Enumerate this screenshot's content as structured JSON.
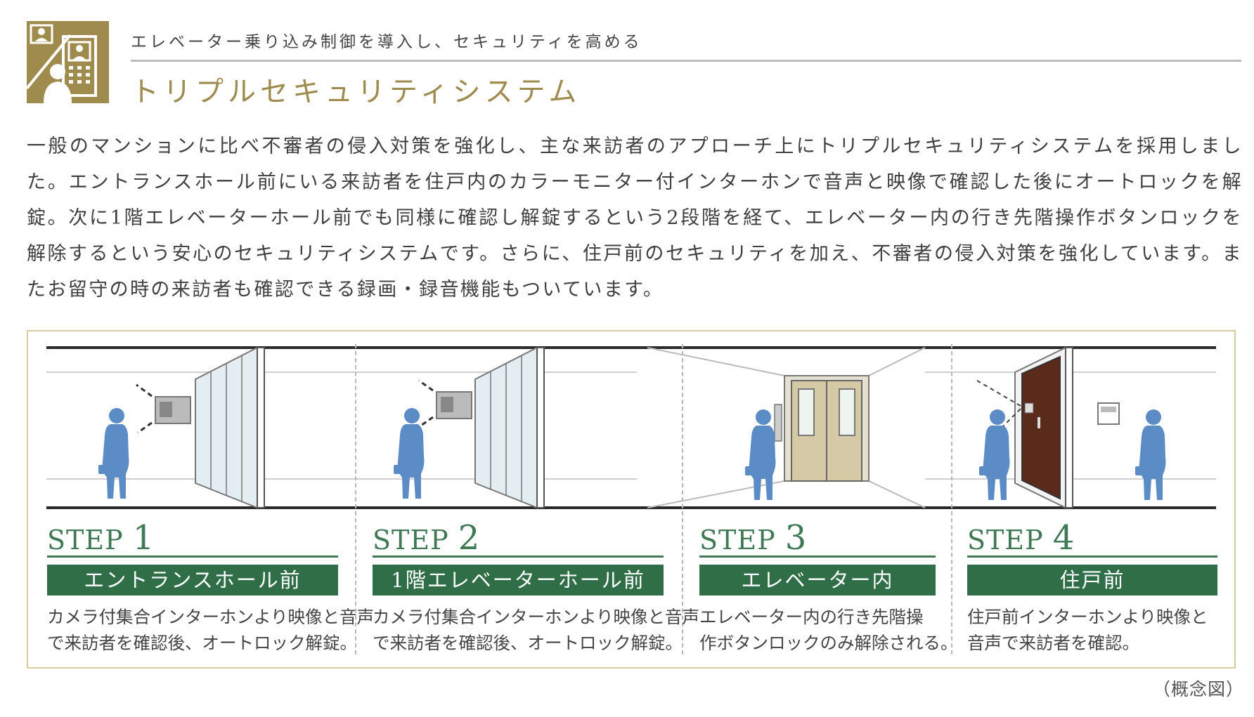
{
  "header": {
    "subtitle": "エレベーター乗り込み制御を導入し、セキュリティを高める",
    "title": "トリプルセキュリティシステム",
    "icon": "intercom-monitor-icon"
  },
  "body_text": "一般のマンションに比べ不審者の侵入対策を強化し、主な来訪者のアプローチ上にトリプルセキュリティシステムを採用しました。エントランスホール前にいる来訪者を住戸内のカラーモニター付インターホンで音声と映像で確認した後にオートロックを解錠。次に1階エレベーターホール前でも同様に確認し解錠するという2段階を経て、エレベーター内の行き先階操作ボタンロックを解除するという安心のセキュリティシステムです。さらに、住戸前のセキュリティを加え、不審者の侵入対策を強化しています。またお留守の時の来訪者も確認できる録画・録音機能もついています。",
  "steps": [
    {
      "label": "STEP",
      "num": "1",
      "bar": "エントランスホール前",
      "desc1": "カメラ付集合インターホンより映像と音声",
      "desc2": "で来訪者を確認後、オートロック解錠。"
    },
    {
      "label": "STEP",
      "num": "2",
      "bar": "1階エレベーターホール前",
      "desc1": "カメラ付集合インターホンより映像と音声",
      "desc2": "で来訪者を確認後、オートロック解錠。"
    },
    {
      "label": "STEP",
      "num": "3",
      "bar": "エレベーター内",
      "desc1": "エレベーター内の行き先階操",
      "desc2": "作ボタンロックのみ解除される。"
    },
    {
      "label": "STEP",
      "num": "4",
      "bar": "住戸前",
      "desc1": "住戸前インターホンより映像と",
      "desc2": "音声で来訪者を確認。"
    }
  ],
  "note": "（概念図）",
  "colors": {
    "gold": "#a08b4f",
    "green": "#2f6e47",
    "figure": "#5b8cc6",
    "door": "#5a2a1b",
    "frame": "#d6ca9e"
  }
}
